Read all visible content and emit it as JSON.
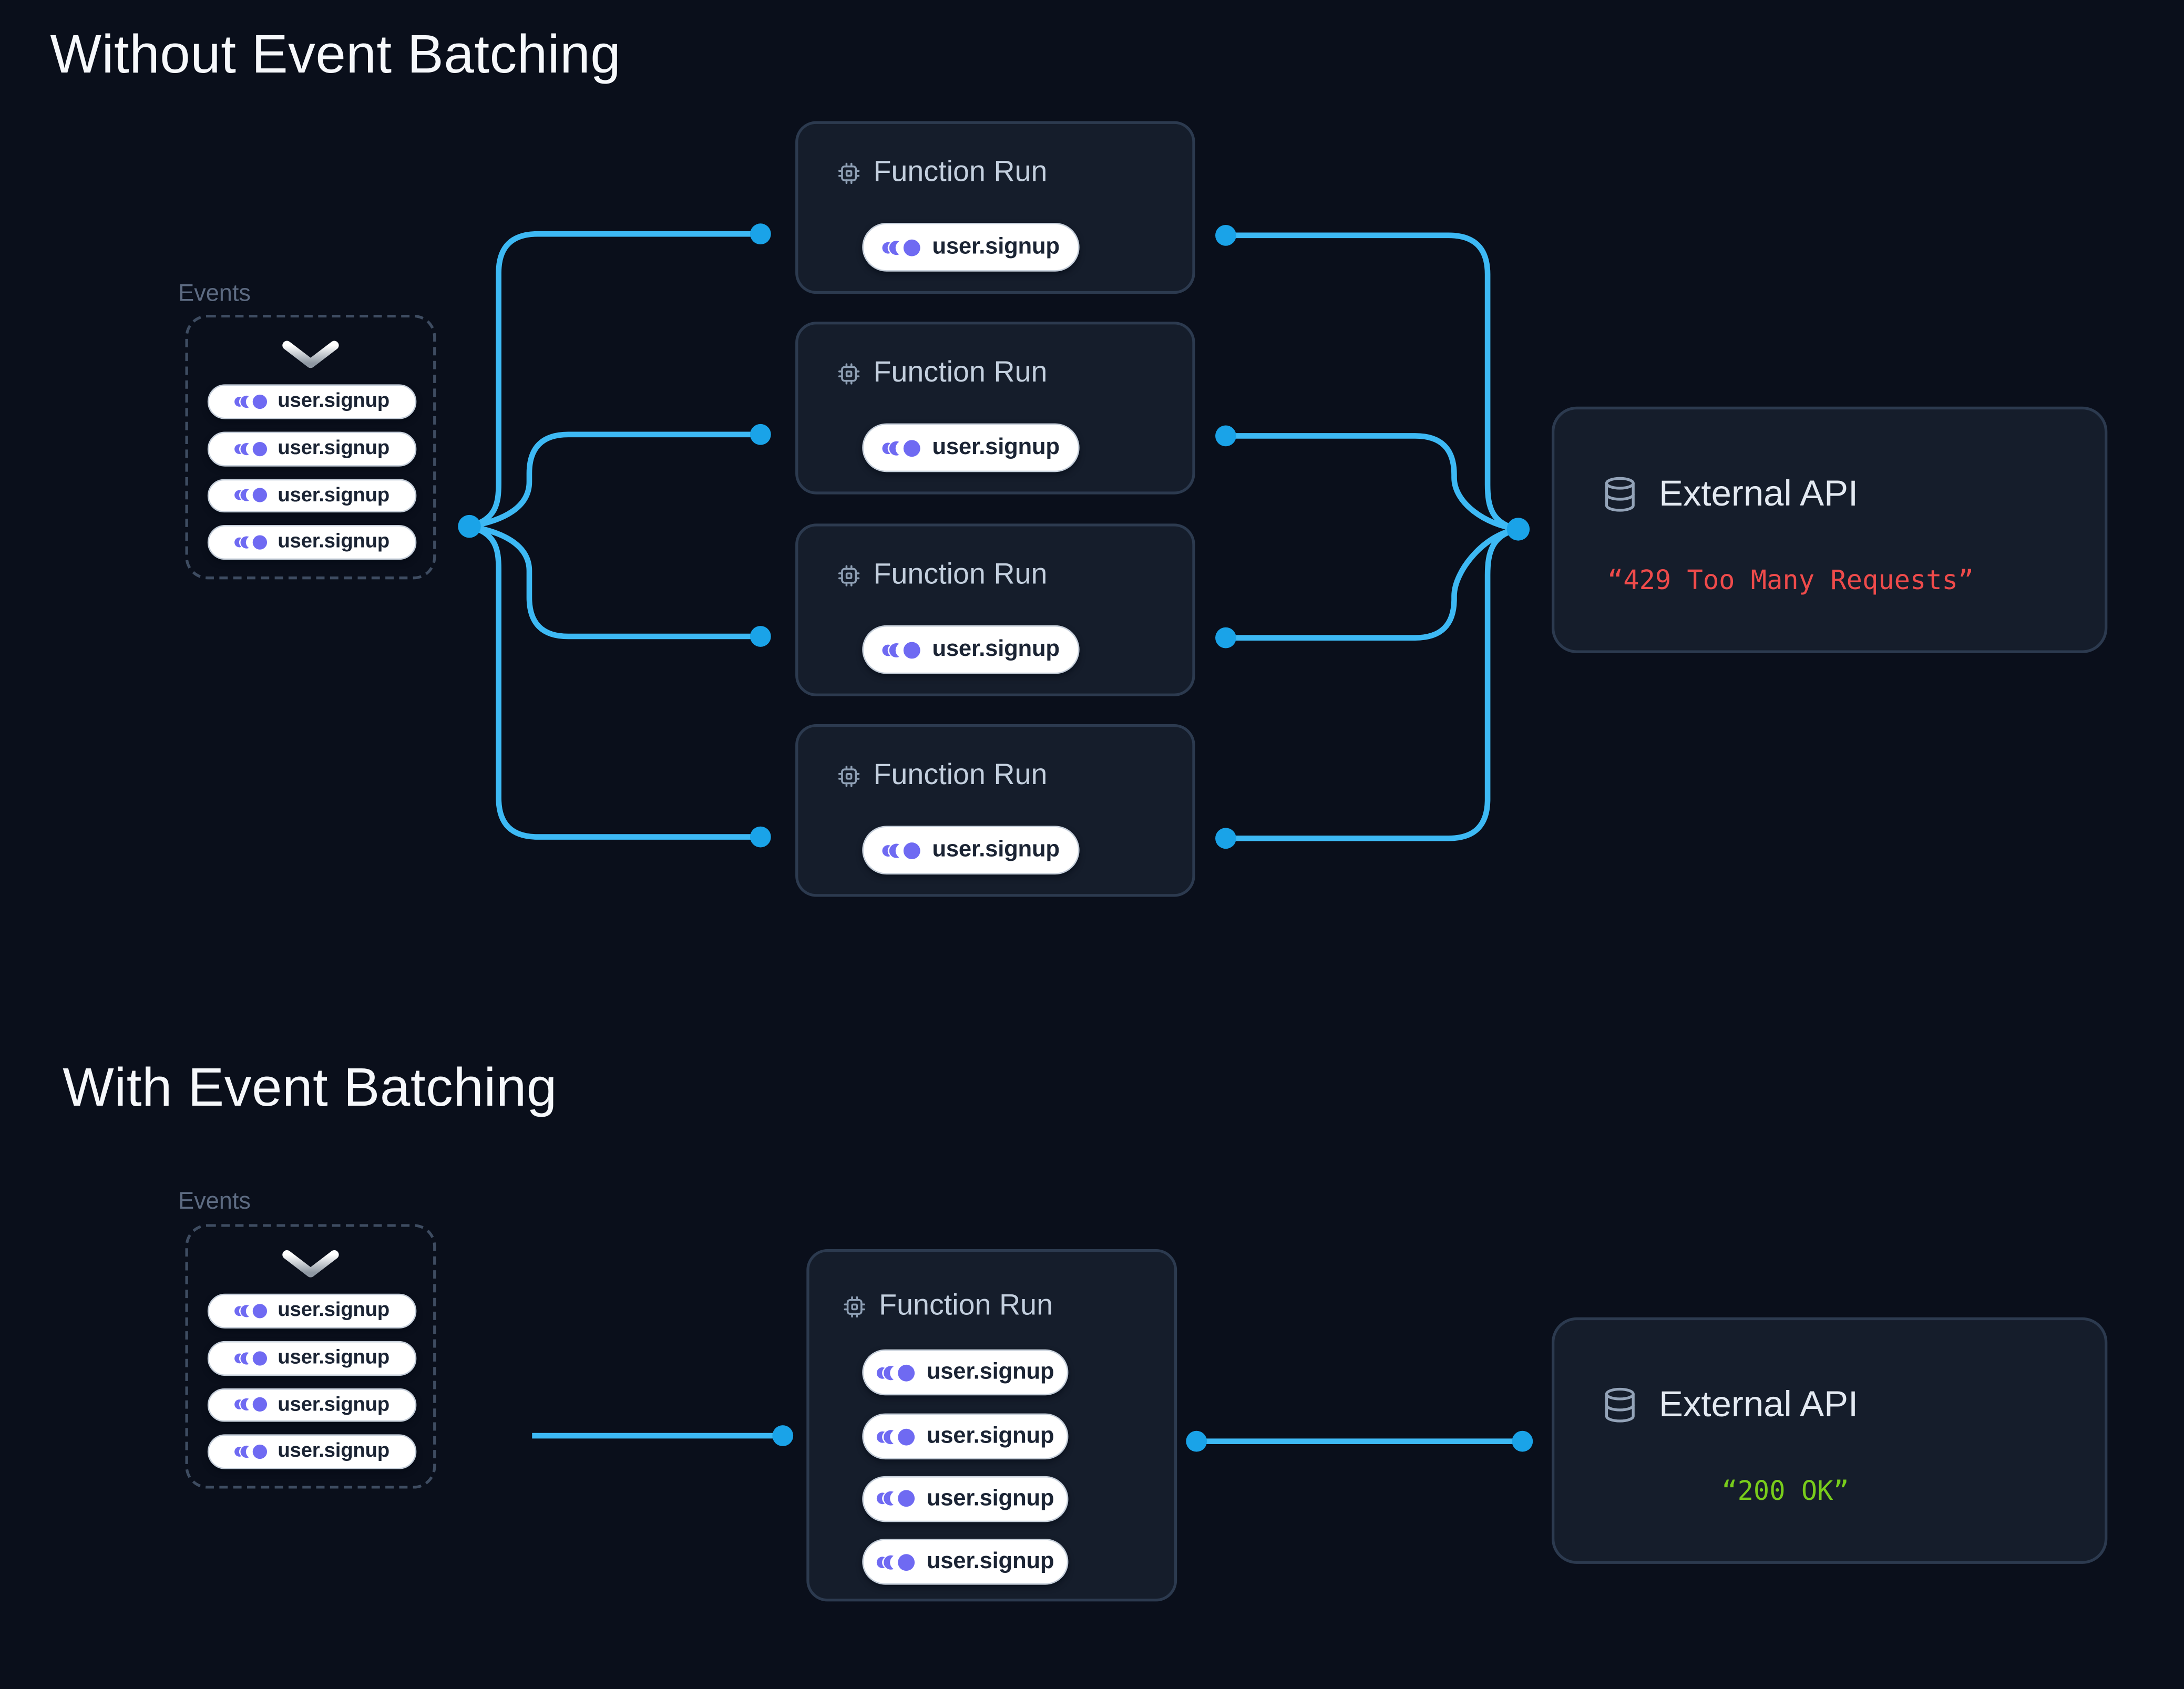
{
  "sections": {
    "without": {
      "title": "Without Event Batching",
      "events_label": "Events",
      "event_pills": [
        "user.signup",
        "user.signup",
        "user.signup",
        "user.signup"
      ],
      "runs": [
        {
          "title": "Function Run",
          "pills": [
            "user.signup"
          ]
        },
        {
          "title": "Function Run",
          "pills": [
            "user.signup"
          ]
        },
        {
          "title": "Function Run",
          "pills": [
            "user.signup"
          ]
        },
        {
          "title": "Function Run",
          "pills": [
            "user.signup"
          ]
        }
      ],
      "api": {
        "title": "External API",
        "response": "“429 Too Many Requests”"
      }
    },
    "with": {
      "title": "With Event Batching",
      "events_label": "Events",
      "event_pills": [
        "user.signup",
        "user.signup",
        "user.signup",
        "user.signup"
      ],
      "runs": [
        {
          "title": "Function Run",
          "pills": [
            "user.signup",
            "user.signup",
            "user.signup",
            "user.signup"
          ]
        }
      ],
      "api": {
        "title": "External API",
        "response": "“200 OK”"
      }
    }
  },
  "colors": {
    "background": "#0a0f1b",
    "card_background": "#151d2b",
    "card_border": "#2c3a4f",
    "connector_line": "#3db9f4",
    "connector_dot": "#1aa3e8",
    "event_icon": "#6f6af2",
    "error_text": "#ef4b4b",
    "success_text": "#78cc1b"
  },
  "icons": {
    "function_run": "cpu-icon",
    "external_api": "database-icon",
    "event_pill": "event-pulse-icon",
    "events_box": "chevron-down-icon"
  }
}
